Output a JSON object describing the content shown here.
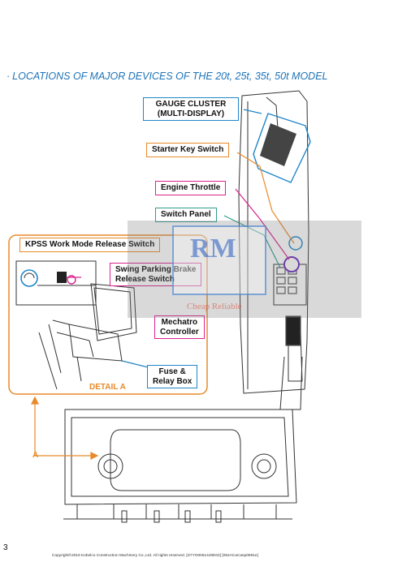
{
  "page": {
    "heading": "LOCATIONS OF MAJOR DEVICES OF THE 20t, 25t, 35t, 50t MODEL",
    "page_number": "3",
    "copyright": "Copyright©2016 Kobelco Construction Machinery Co.,Ltd. All rights reserved. [S7YO0061420E02] [052ACaCasp0691e]"
  },
  "callouts": {
    "gauge_cluster_line1": "GAUGE CLUSTER",
    "gauge_cluster_line2": "(MULTI-DISPLAY)",
    "starter_key_switch": "Starter Key Switch",
    "engine_throttle": "Engine Throttle",
    "switch_panel": "Switch Panel",
    "kpss_release_switch": "KPSS Work Mode Release Switch",
    "swing_brake_line1": "Swing Parking Brake",
    "swing_brake_line2": "Release Switch",
    "mechatro_line1": "Mechatro",
    "mechatro_line2": "Controller",
    "fuse_line1": "Fuse &",
    "fuse_line2": "Relay Box",
    "detail_label": "DETAIL A",
    "view_marker": "A"
  },
  "watermark": {
    "logo_text": "RM",
    "tagline": "Cheap Reliable"
  },
  "colors": {
    "heading": "#1e73b8",
    "gauge": "#1f86c8",
    "starter": "#e88a2a",
    "throttle": "#d9238f",
    "switch_panel": "#2f9b8f",
    "kpss": "#e88a2a",
    "swing_brake": "#d9238f",
    "mechatro": "#d9238f",
    "fuse": "#1f86c8",
    "detail_frame": "#e88a2a"
  }
}
